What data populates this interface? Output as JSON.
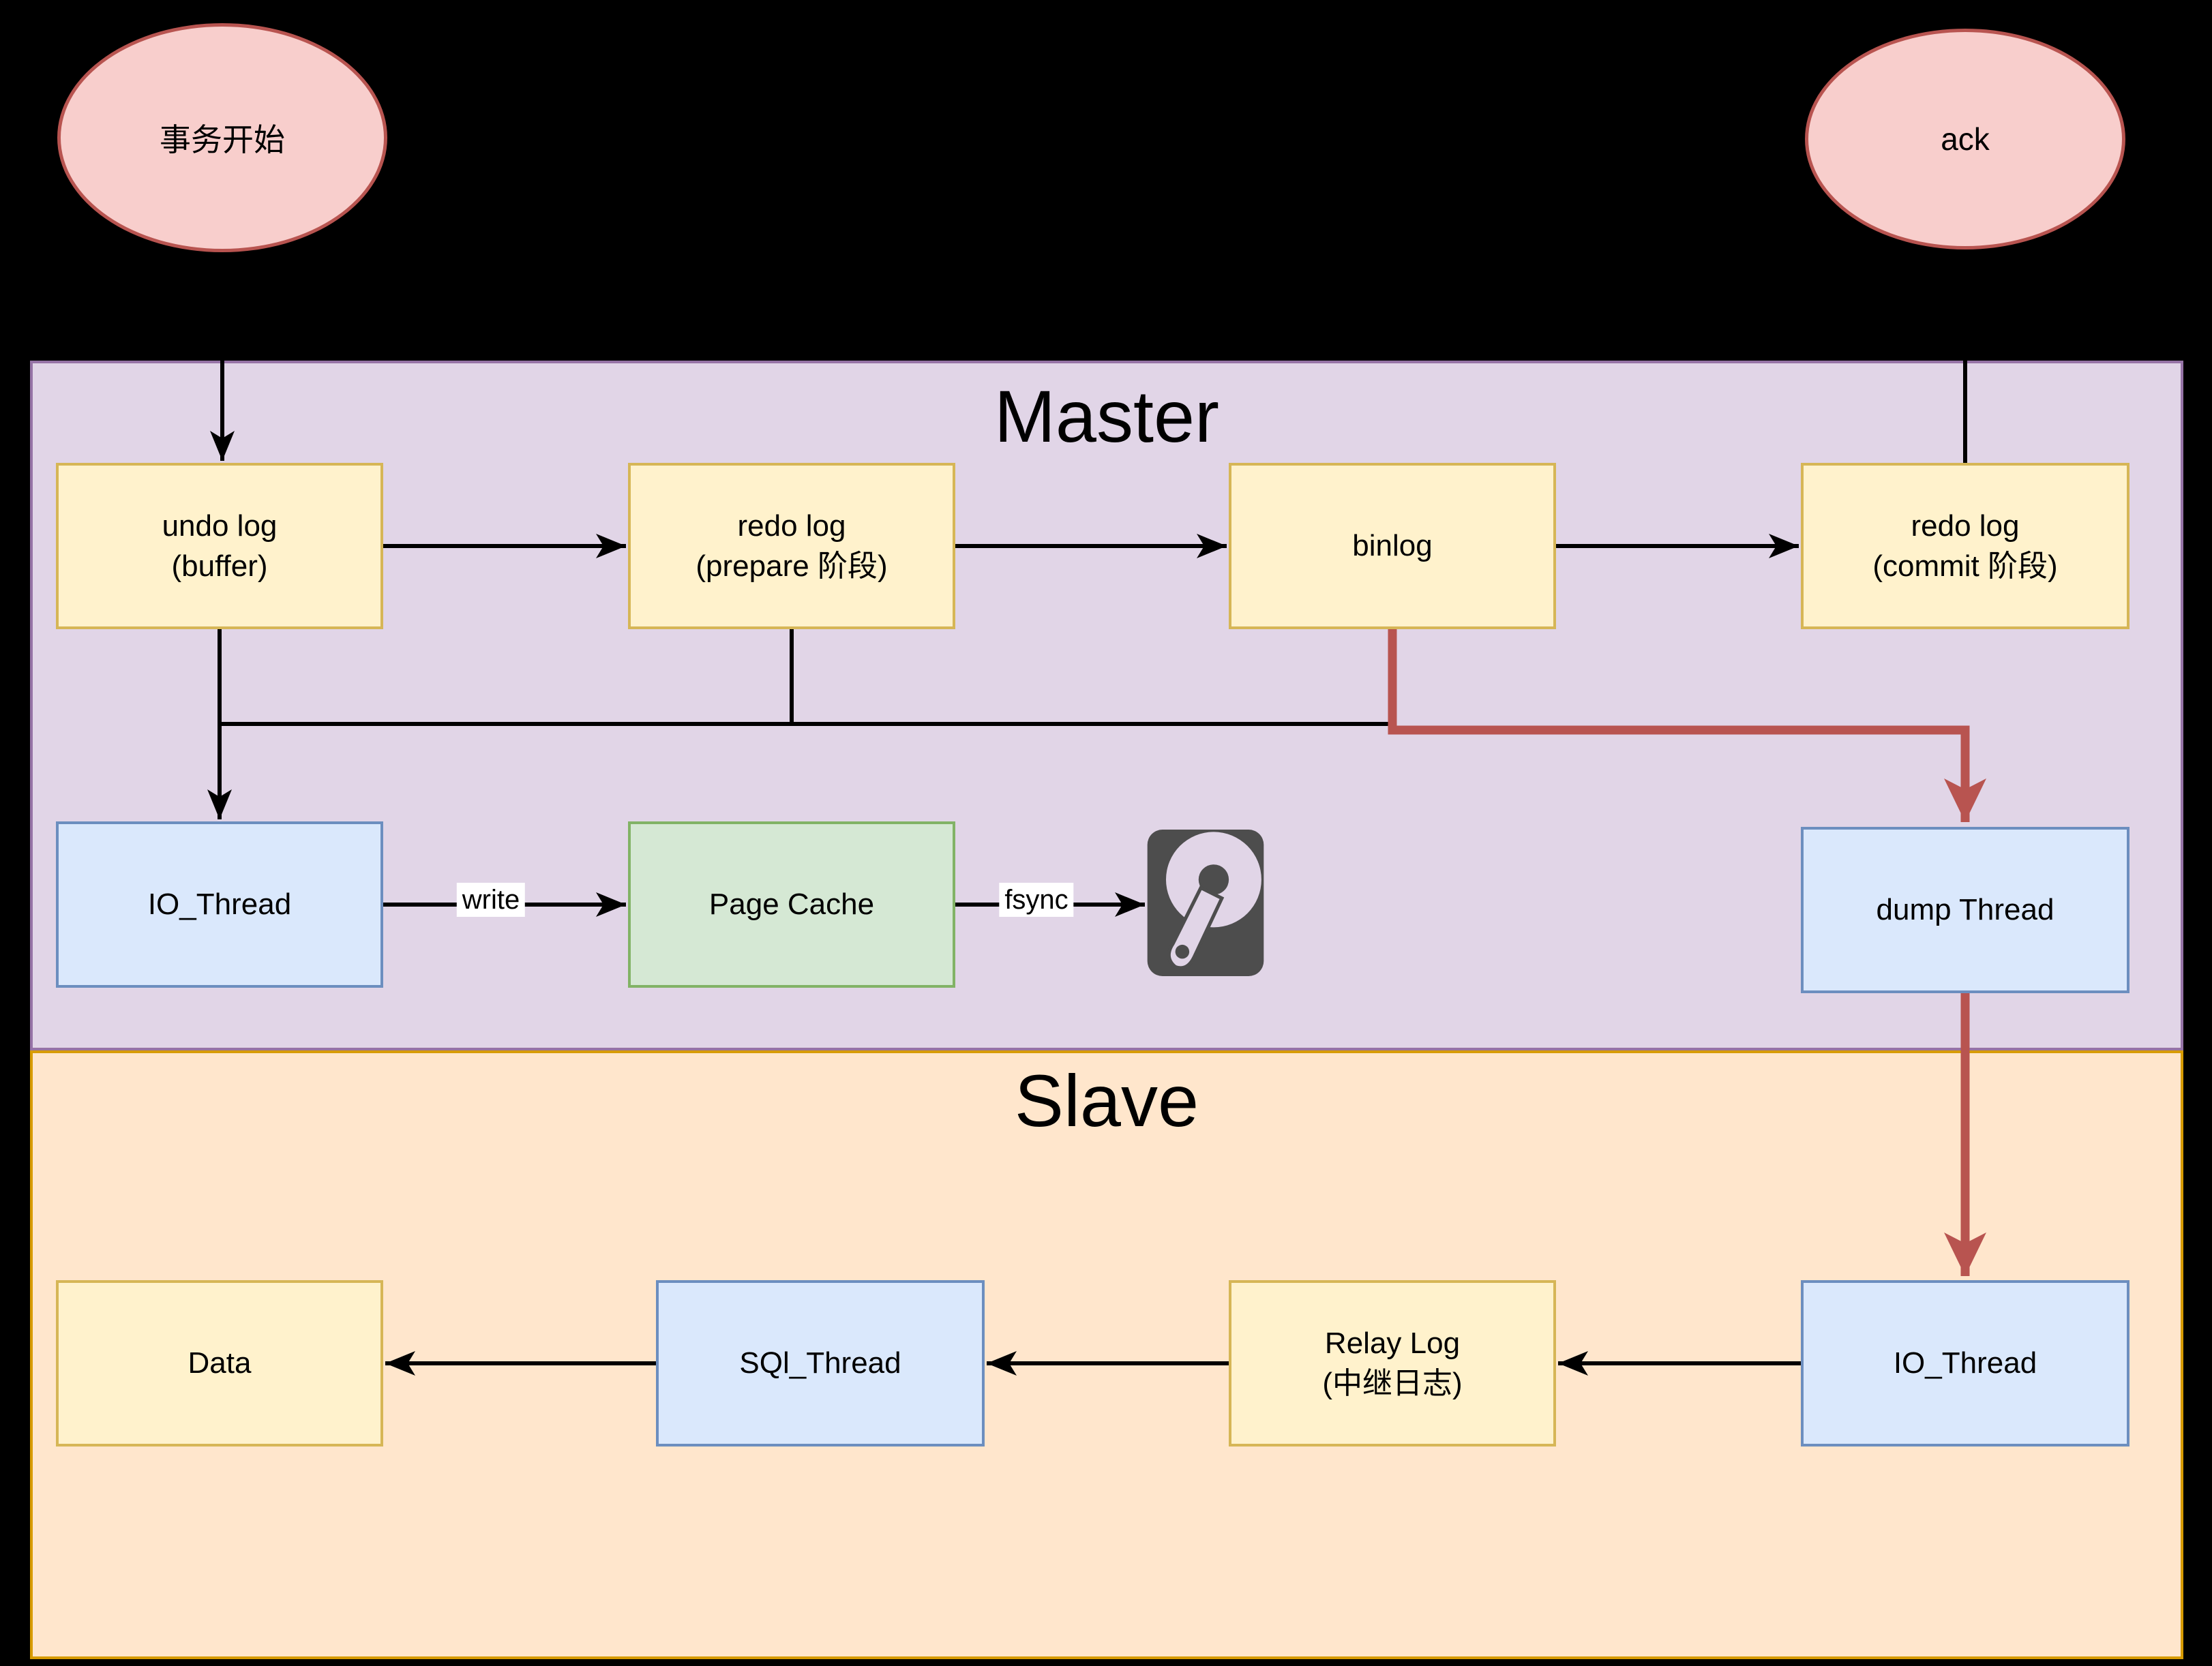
{
  "regions": {
    "master": {
      "title": "Master"
    },
    "slave": {
      "title": "Slave"
    }
  },
  "terminals": {
    "start": "事务开始",
    "ack": "ack"
  },
  "nodes": {
    "undo_log": "undo log\n(buffer)",
    "redo_log_prepare": "redo log\n(prepare 阶段)",
    "binlog": "binlog",
    "redo_log_commit": "redo log\n(commit 阶段)",
    "io_thread_master": "IO_Thread",
    "page_cache": "Page Cache",
    "dump_thread": "dump Thread",
    "data": "Data",
    "sql_thread": "SQl_Thread",
    "relay_log": "Relay Log\n(中继日志)",
    "io_thread_slave": "IO_Thread"
  },
  "edge_labels": {
    "write": "write",
    "fsync": "fsync"
  },
  "icons": {
    "disk": "hard-disk-icon"
  },
  "colors": {
    "canvas-bg": "#000000",
    "master-fill": "#E1D5E7",
    "master-stroke": "#9673A6",
    "slave-fill": "#FFE6CC",
    "slave-stroke": "#D79B00",
    "yellow-fill": "#FFF2CC",
    "yellow-stroke": "#D6B656",
    "blue-fill": "#DAE8FC",
    "blue-stroke": "#6C8EBF",
    "green-fill": "#D5E8D4",
    "green-stroke": "#82B366",
    "terminal-fill": "#F8CECC",
    "terminal-stroke": "#B85450",
    "accent-red": "#B85450",
    "line-black": "#000000",
    "label-bg": "#FFFFFF",
    "disk-gray": "#4D4D4D"
  }
}
